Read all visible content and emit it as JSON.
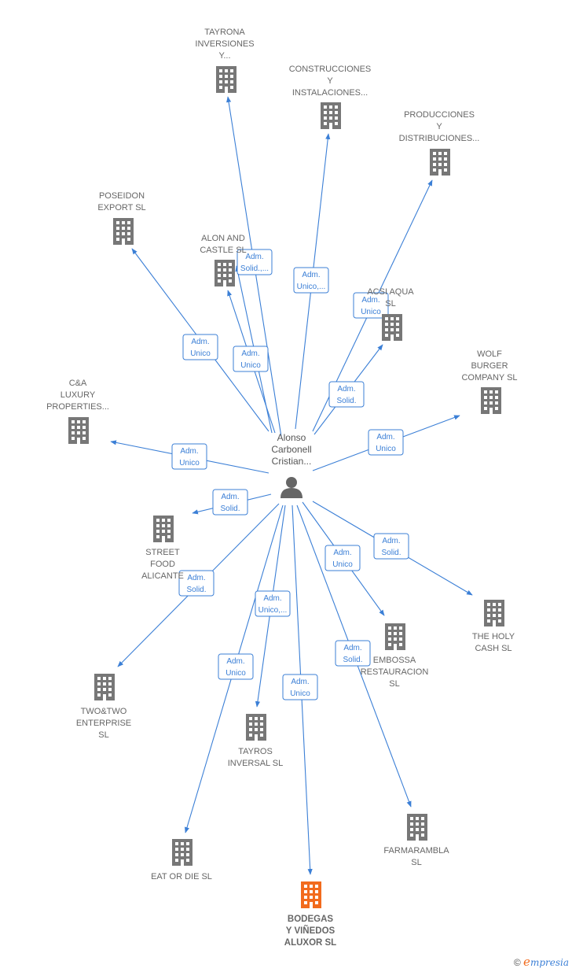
{
  "person": {
    "lines": [
      "Alonso",
      "Carbonell",
      "Cristian..."
    ]
  },
  "companies": [
    {
      "id": "tayrona",
      "lines": [
        "TAYRONA",
        "INVERSIONES",
        "Y..."
      ],
      "highlight": false
    },
    {
      "id": "construcciones",
      "lines": [
        "CONSTRUCCIONES",
        "Y",
        "INSTALACIONES..."
      ],
      "highlight": false
    },
    {
      "id": "producciones",
      "lines": [
        "PRODUCCIONES",
        "Y",
        "DISTRIBUCIONES..."
      ],
      "highlight": false
    },
    {
      "id": "poseidon",
      "lines": [
        "POSEIDON",
        "EXPORT  SL"
      ],
      "highlight": false
    },
    {
      "id": "alon",
      "lines": [
        "ALON AND",
        "CASTLE SL"
      ],
      "highlight": false
    },
    {
      "id": "acsi",
      "lines": [
        "ACSI AQUA",
        "SL"
      ],
      "highlight": false
    },
    {
      "id": "wolf",
      "lines": [
        "WOLF",
        "BURGER",
        "COMPANY  SL"
      ],
      "highlight": false
    },
    {
      "id": "cya",
      "lines": [
        "C&A",
        "LUXURY",
        "PROPERTIES..."
      ],
      "highlight": false
    },
    {
      "id": "street",
      "lines": [
        "STREET",
        "FOOD",
        "ALICANTE"
      ],
      "highlight": false
    },
    {
      "id": "holy",
      "lines": [
        "THE HOLY",
        "CASH  SL"
      ],
      "highlight": false
    },
    {
      "id": "embossa",
      "lines": [
        "EMBOSSA",
        "RESTAURACION",
        "SL"
      ],
      "highlight": false
    },
    {
      "id": "twotwo",
      "lines": [
        "TWO&TWO",
        "ENTERPRISE",
        "SL"
      ],
      "highlight": false
    },
    {
      "id": "tayros",
      "lines": [
        "TAYROS",
        "INVERSAL  SL"
      ],
      "highlight": false
    },
    {
      "id": "farma",
      "lines": [
        "FARMARAMBLA",
        "SL"
      ],
      "highlight": false
    },
    {
      "id": "eat",
      "lines": [
        "EAT OR DIE  SL"
      ],
      "highlight": false
    },
    {
      "id": "bodegas",
      "lines": [
        "BODEGAS",
        "Y VIÑEDOS",
        "ALUXOR  SL"
      ],
      "highlight": true
    }
  ],
  "relations": [
    {
      "target": "tayrona",
      "lines": []
    },
    {
      "target": "construcciones",
      "lines": [
        "Adm.",
        "Unico,..."
      ]
    },
    {
      "target": "producciones",
      "lines": [
        "Adm.",
        "Unico"
      ]
    },
    {
      "target": "poseidon",
      "lines": [
        "Adm.",
        "Unico"
      ]
    },
    {
      "target": "alon",
      "lines": [
        "Adm.",
        "Unico"
      ]
    },
    {
      "target": "alon",
      "lines": [
        "Adm.",
        "Solid.,..."
      ]
    },
    {
      "target": "acsi",
      "lines": [
        "Adm.",
        "Solid."
      ]
    },
    {
      "target": "wolf",
      "lines": [
        "Adm.",
        "Unico"
      ]
    },
    {
      "target": "cya",
      "lines": [
        "Adm.",
        "Unico"
      ]
    },
    {
      "target": "street",
      "lines": [
        "Adm.",
        "Solid."
      ]
    },
    {
      "target": "holy",
      "lines": [
        "Adm.",
        "Solid."
      ]
    },
    {
      "target": "embossa",
      "lines": [
        "Adm.",
        "Unico"
      ]
    },
    {
      "target": "twotwo",
      "lines": [
        "Adm.",
        "Solid."
      ]
    },
    {
      "target": "tayros",
      "lines": [
        "Adm.",
        "Unico,..."
      ]
    },
    {
      "target": "farma",
      "lines": [
        "Adm.",
        "Solid."
      ]
    },
    {
      "target": "eat",
      "lines": [
        "Adm.",
        "Unico"
      ]
    },
    {
      "target": "bodegas",
      "lines": [
        "Adm.",
        "Unico"
      ]
    }
  ],
  "colors": {
    "edge": "#3b7fd6",
    "building": "#777777",
    "building_highlight": "#f26b1d",
    "person": "#666666"
  },
  "brand": {
    "copyright": "©",
    "initial": "e",
    "rest": "mpresia"
  }
}
